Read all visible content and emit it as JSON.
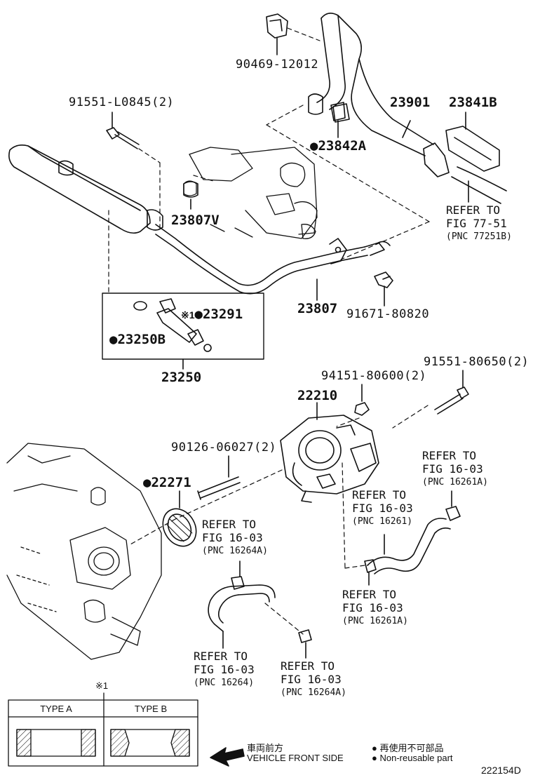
{
  "labels": {
    "p90469": "90469-12012",
    "p91551_L": "91551-L0845(2)",
    "p23901": "23901",
    "p23841B": "23841B",
    "p23842A": "23842A",
    "p23807V": "23807V",
    "p23807": "23807",
    "p91671": "91671-80820",
    "p23291": "23291",
    "p23250B": "23250B",
    "p23250": "23250",
    "p94151": "94151-80600(2)",
    "p91551_8": "91551-80650(2)",
    "p22210": "22210",
    "p90126": "90126-06027(2)",
    "p22271": "22271"
  },
  "marks": {
    "bullet": "●",
    "note": "※1"
  },
  "refs": {
    "r1": {
      "line1": "REFER TO",
      "line2": "FIG 77-51",
      "line3": "(PNC 77251B)"
    },
    "r2": {
      "line1": "REFER TO",
      "line2": "FIG 16-03",
      "line3": "(PNC 16261A)"
    },
    "r3": {
      "line1": "REFER TO",
      "line2": "FIG 16-03",
      "line3": "(PNC 16261)"
    },
    "r4": {
      "line1": "REFER TO",
      "line2": "FIG 16-03",
      "line3": "(PNC 16264A)"
    },
    "r5": {
      "line1": "REFER TO",
      "line2": "FIG 16-03",
      "line3": "(PNC 16261A)"
    },
    "r6": {
      "line1": "REFER TO",
      "line2": "FIG 16-03",
      "line3": "(PNC 16264)"
    },
    "r7": {
      "line1": "REFER TO",
      "line2": "FIG 16-03",
      "line3": "(PNC 16264A)"
    }
  },
  "table": {
    "note": "※1",
    "type_a": "TYPE A",
    "type_b": "TYPE B"
  },
  "legend": {
    "front_jp": "車両前方",
    "front_en": "VEHICLE FRONT SIDE",
    "reuse_jp": "再使用不可部品",
    "reuse_en": "Non-reusable part",
    "bullet": "●"
  },
  "figure_id": "222154D"
}
